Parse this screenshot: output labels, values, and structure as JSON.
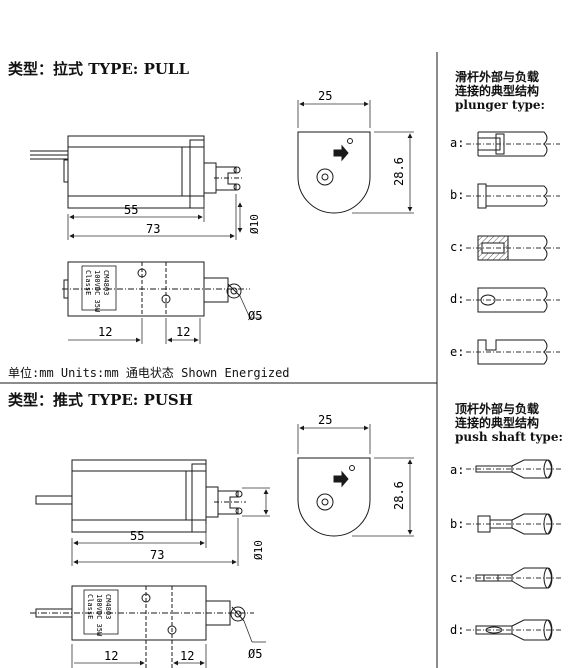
{
  "pull": {
    "title": "类型：拉式  TYPE: PULL",
    "dims": {
      "d25": "25",
      "d286": "28.6",
      "d55": "55",
      "d73": "73",
      "phi10": "Ø10",
      "phi5": "Ø5",
      "d12a": "12",
      "d12b": "12"
    },
    "label_lines": [
      "CM4803",
      "100VDC 35W",
      "ClassE"
    ]
  },
  "units_note": "单位:mm  Units:mm    通电状态 Shown Energized",
  "push": {
    "title": "类型：推式  TYPE: PUSH",
    "dims": {
      "d25": "25",
      "d286": "28.6",
      "d55": "55",
      "d73": "73",
      "phi10": "Ø10",
      "phi5": "Ø5",
      "d12a": "12",
      "d12b": "12"
    },
    "label_lines": [
      "CM4803",
      "100VDC 35W",
      "ClassE"
    ]
  },
  "plunger": {
    "title_lines": [
      "滑杆外部与负载",
      "连接的典型结构",
      "plunger type:"
    ],
    "items": [
      "a:",
      "b:",
      "c:",
      "d:",
      "e:"
    ]
  },
  "pushshaft": {
    "title_lines": [
      "顶杆外部与负载",
      "连接的典型结构",
      "push shaft type:"
    ],
    "items": [
      "a:",
      "b:",
      "c:",
      "d:"
    ]
  },
  "colors": {
    "line": "#1a1a1a",
    "hatch": "#555555",
    "dim": "#333333"
  }
}
